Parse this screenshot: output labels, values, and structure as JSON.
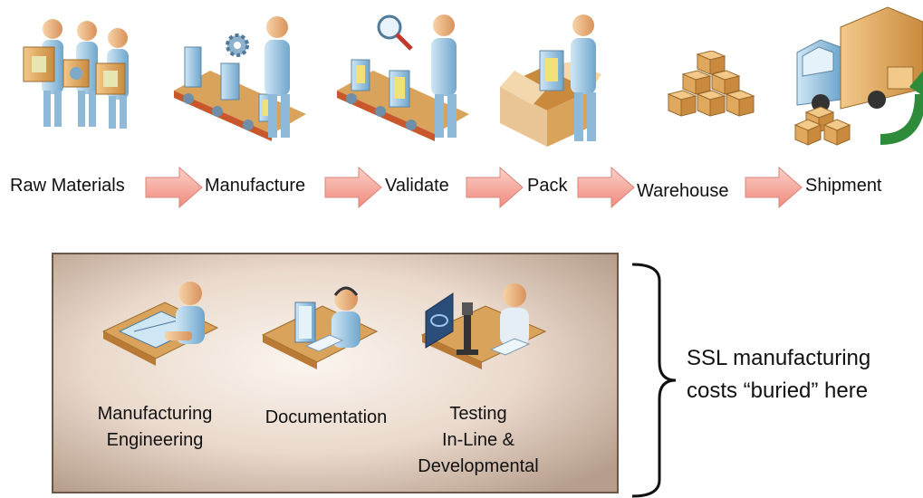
{
  "process": {
    "steps": [
      {
        "label": "Raw Materials",
        "icon": "raw-materials-icon"
      },
      {
        "label": "Manufacture",
        "icon": "manufacture-icon"
      },
      {
        "label": "Validate",
        "icon": "validate-icon"
      },
      {
        "label": "Pack",
        "icon": "pack-icon"
      },
      {
        "label": "Warehouse",
        "icon": "warehouse-icon"
      },
      {
        "label": "Shipment",
        "icon": "shipment-icon"
      }
    ],
    "arrow_color": "#f5a59a"
  },
  "support": {
    "roles": [
      {
        "line1": "Manufacturing",
        "line2": "Engineering",
        "line3": "",
        "icon": "engineering-desk-icon"
      },
      {
        "line1": "Documentation",
        "line2": "",
        "line3": "",
        "icon": "documentation-desk-icon"
      },
      {
        "line1": "Testing",
        "line2": "In-Line &",
        "line3": "Developmental",
        "icon": "testing-desk-icon"
      }
    ],
    "note_line1": "SSL manufacturing",
    "note_line2": "costs “buried” here"
  }
}
